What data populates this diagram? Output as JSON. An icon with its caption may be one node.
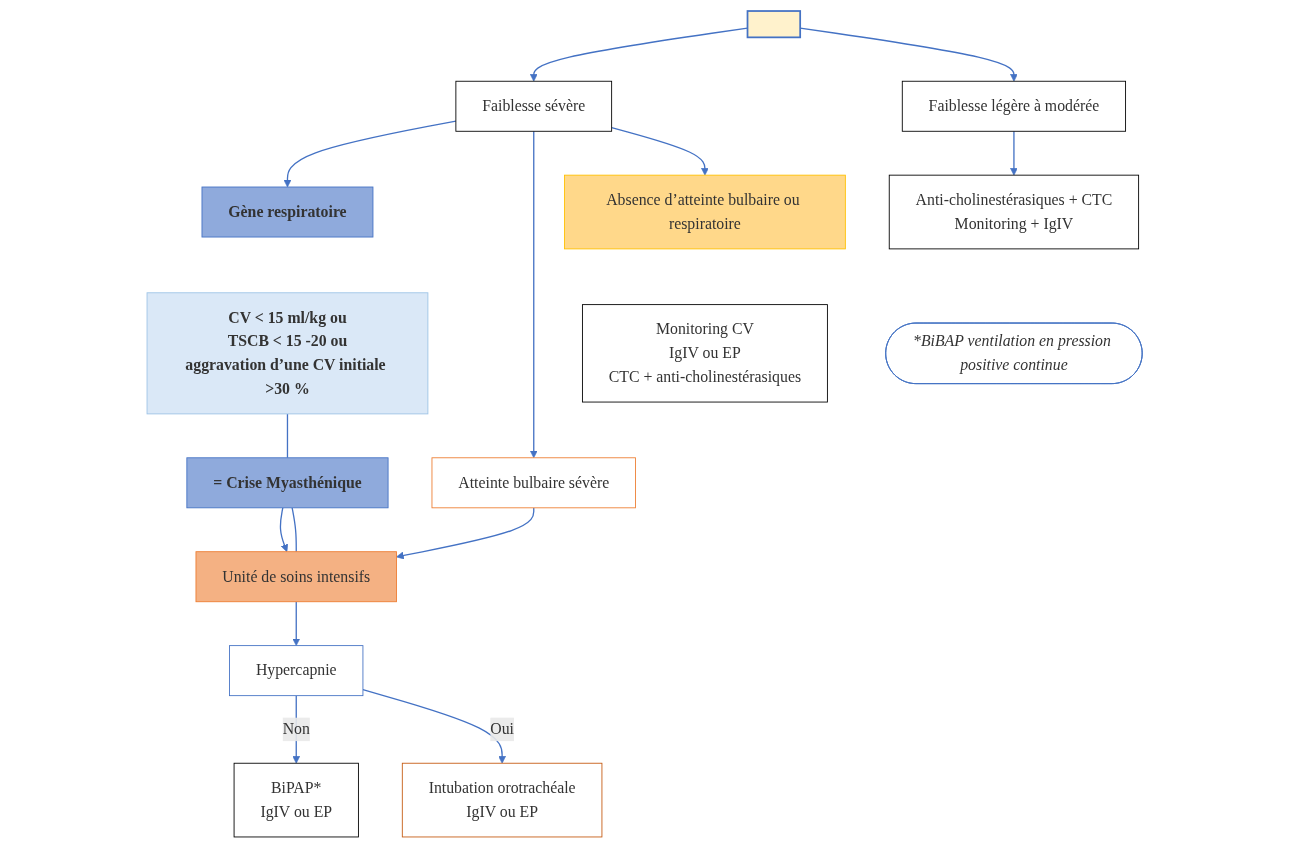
{
  "diagram": {
    "nodes": [
      {
        "text": [],
        "shape": "box"
      },
      {
        "text": [
          "Faiblesse sévère"
        ]
      },
      {
        "text": [
          "Faiblesse légère à modérée"
        ]
      },
      {
        "text": [
          "Gène respiratoire"
        ]
      },
      {
        "text": [
          "CV < 15 ml/kg ou",
          "TSCB < 15 -20 ou",
          "aggravation d’une CV initiale >30 %"
        ]
      },
      {
        "text": [
          "= Crise Myasthénique"
        ]
      },
      {
        "text": [
          "Atteinte bulbaire sévère"
        ]
      },
      {
        "text": [
          "Absence d’atteinte bulbaire ou respiratoire"
        ]
      },
      {
        "text": [
          "Anti-cholinestérasiques + CTC",
          "Monitoring + IgIV"
        ]
      },
      {
        "text": [
          "Unité de soins intensifs"
        ]
      },
      {
        "text": [
          "Monitoring CV",
          "IgIV ou EP",
          "CTC + anti-cholinestérasiques"
        ]
      },
      {
        "text": [
          "Hypercapnie"
        ]
      },
      {
        "text": [
          "BiPAP*",
          "IgIV ou EP"
        ]
      },
      {
        "text": [
          "Intubation orotrachéale",
          "IgIV ou EP"
        ]
      },
      {
        "text": [
          "*BiBAP ventilation en pression positive continue"
        ]
      }
    ],
    "edges": [
      {
        "from": 0,
        "to": 1,
        "arrow": "to"
      },
      {
        "from": 0,
        "to": 2,
        "arrow": "to"
      },
      {
        "from": 1,
        "to": 3,
        "arrow": "to"
      },
      {
        "from": 1,
        "to": 6,
        "arrow": "to"
      },
      {
        "from": 1,
        "to": 7,
        "arrow": "to"
      },
      {
        "from": 2,
        "to": 8,
        "arrow": "to"
      },
      {
        "from": 4,
        "to": 5,
        "arrow": "none"
      },
      {
        "from": 5,
        "to": 9,
        "arrow": "to"
      },
      {
        "from": 5,
        "to": 9,
        "arrow": "none"
      },
      {
        "from": 6,
        "to": 9,
        "arrow": "to"
      },
      {
        "from": 9,
        "to": 11,
        "arrow": "to"
      },
      {
        "from": 11,
        "to": 12,
        "arrow": "to",
        "label": "Non"
      },
      {
        "from": 11,
        "to": 13,
        "arrow": "to",
        "label": "Oui"
      }
    ]
  }
}
